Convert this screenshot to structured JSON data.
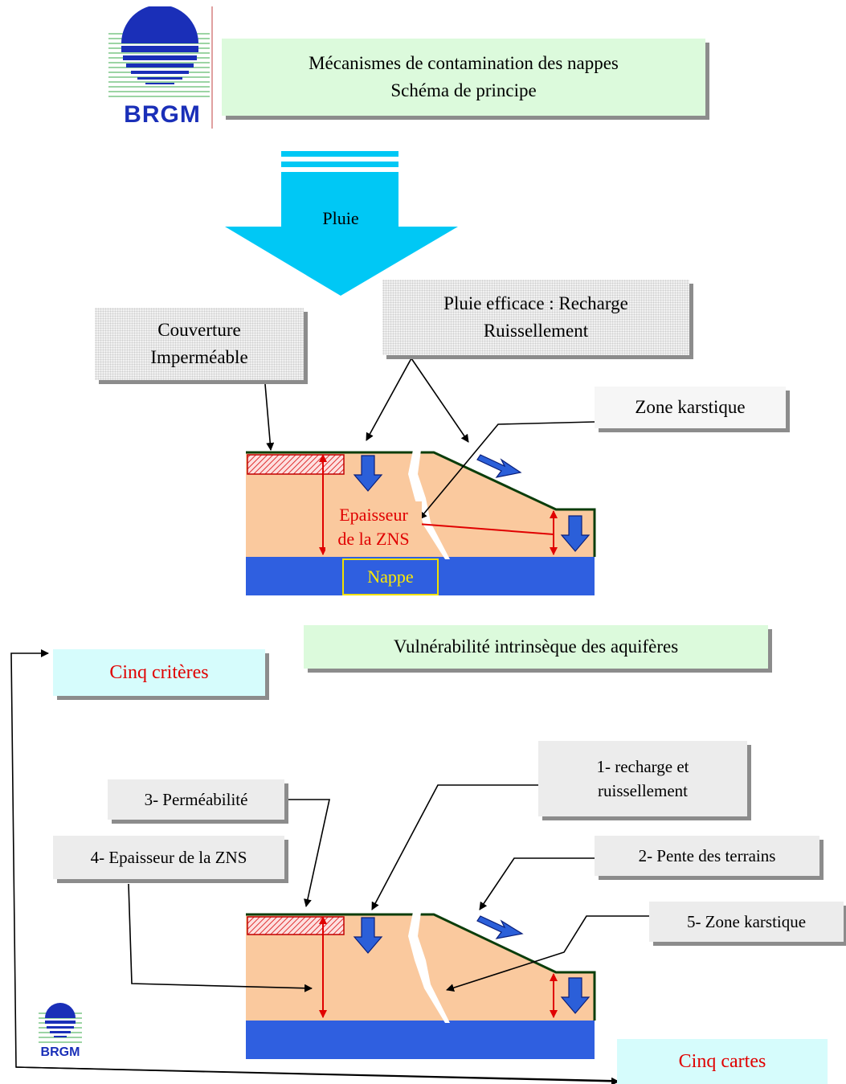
{
  "header": {
    "title_line1": "Mécanismes de contamination des nappes",
    "title_line2": "Schéma de principe"
  },
  "logo": {
    "text": "BRGM",
    "color": "#1a2fb8"
  },
  "diagram1": {
    "rain_label": "Pluie",
    "cover_label_line1": "Couverture",
    "cover_label_line2": "Imperméable",
    "effective_rain_line1": "Pluie efficace : Recharge",
    "effective_rain_line2": "Ruissellement",
    "karst_label": "Zone karstique",
    "thickness_line1": "Epaisseur",
    "thickness_line2": "de la ZNS",
    "aquifer_label": "Nappe"
  },
  "vulnerability_title": "Vulnérabilité intrinsèque des aquifères",
  "criteria_label": "Cinq  critères",
  "maps_label": "Cinq  cartes",
  "diagram2": {
    "recharge_line1": "1- recharge et",
    "recharge_line2": "ruissellement",
    "slope": "2-  Pente des terrains",
    "permeability": "3- Perméabilité",
    "thickness": "4- Epaisseur de la ZNS",
    "karst": "5-  Zone karstique"
  },
  "colors": {
    "soil": "#fac99e",
    "aquifer": "#2f5fe0",
    "arrow_blue": "#2b5fd9",
    "rain_cyan": "#00c8f5",
    "terrain_outline": "#0b3d0b",
    "red": "#e00000"
  }
}
